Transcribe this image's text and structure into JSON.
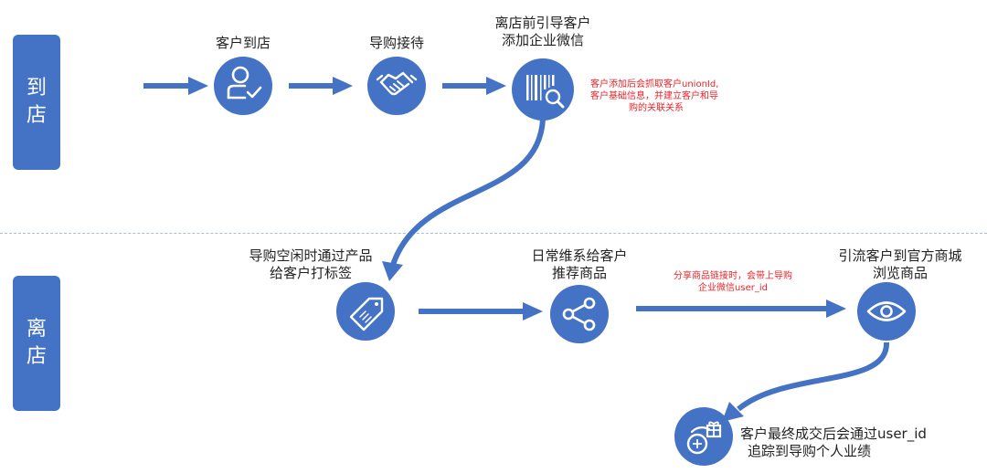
{
  "phases": {
    "in_store": "到店",
    "away": "离店"
  },
  "steps": {
    "arrive": {
      "label": "客户到店",
      "icon": "customer-check-icon"
    },
    "reception": {
      "label": "导购接待",
      "icon": "handshake-icon"
    },
    "add_wechat": {
      "label_lines": [
        "离店前引导客户",
        "添加企业微信"
      ],
      "icon": "barcode-scan-icon"
    },
    "tagging": {
      "label_lines": [
        "导购空闲时通过产品",
        "给客户打标签"
      ],
      "icon": "tag-icon"
    },
    "recommend": {
      "label_lines": [
        "日常维系给客户",
        "推荐商品"
      ],
      "icon": "share-icon"
    },
    "mall": {
      "label_lines": [
        "引流客户到官方商城",
        "浏览商品"
      ],
      "icon": "eye-icon"
    },
    "performance": {
      "label_lines": [
        "客户最终成交后会通过user_id",
        "追踪到导购个人业绩"
      ],
      "icon": "coins-gift-icon"
    }
  },
  "notes": {
    "unionid": [
      "客户添加后会抓取客户unionId,",
      "客户基础信息，并建立客户和导",
      "购的关联关系"
    ],
    "share_link": [
      "分享商品链接时，会带上导购",
      "企业微信user_id"
    ]
  },
  "colors": {
    "primary": "#4472c4",
    "note": "#e8232a"
  }
}
